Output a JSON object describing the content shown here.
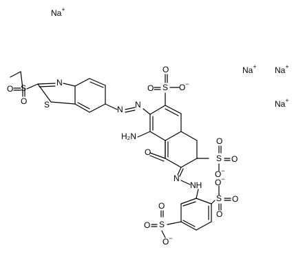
{
  "structure": {
    "ions": [
      "Na",
      "Na",
      "Na",
      "Na"
    ],
    "ion_charge": "+",
    "atoms": {
      "amine": "H₂N",
      "ring_n": "N",
      "ring_s": "S",
      "sulfonyl_s": "S",
      "azo_n1": "N",
      "azo_n2": "N",
      "hydrazone_n1": "N",
      "hydrazone_nh": "NH",
      "keto_o": "O",
      "sulfonate_s": "S",
      "o": "O",
      "o_minus": "O",
      "minus": "−"
    }
  }
}
